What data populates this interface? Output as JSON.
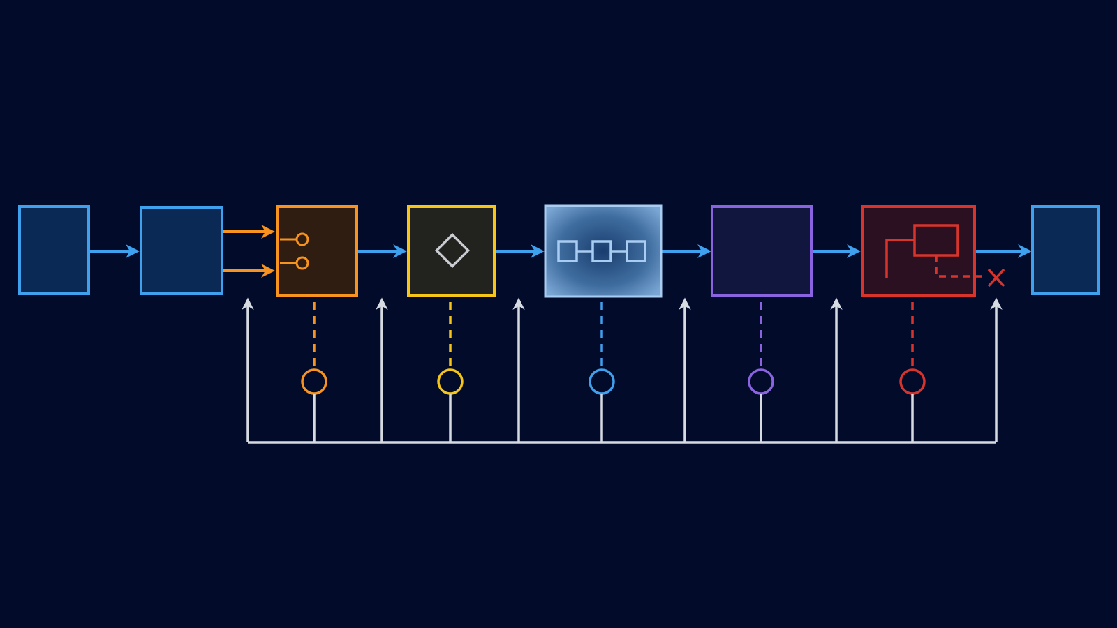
{
  "colors": {
    "background": "#020b2a",
    "blue": "#3fa0ee",
    "blue_fill": "#0a2a55",
    "orange": "#f7931e",
    "orange_fill": "#2e1d10",
    "yellow": "#f5c518",
    "yellow_fill": "#22221e",
    "light_blue": "#a9cdf2",
    "light_blue_fill": "#5b86b5",
    "purple": "#8a63e0",
    "purple_fill": "#10163d",
    "red": "#d9342c",
    "red_fill": "#2a1020",
    "bus": "#d6dbe2",
    "diamond": "#c9ccd2"
  },
  "stages": [
    {
      "id": "input-block-1",
      "color": "blue",
      "icon": "none"
    },
    {
      "id": "input-block-2",
      "color": "blue",
      "icon": "none"
    },
    {
      "id": "split-block",
      "color": "orange",
      "icon": "fork-icon"
    },
    {
      "id": "decision-block",
      "color": "yellow",
      "icon": "diamond-icon"
    },
    {
      "id": "chain-block",
      "color": "light_blue",
      "icon": "chain-icon"
    },
    {
      "id": "empty-block",
      "color": "purple",
      "icon": "none"
    },
    {
      "id": "fault-block",
      "color": "red",
      "icon": "branch-fault-icon"
    },
    {
      "id": "output-block",
      "color": "blue",
      "icon": "none"
    }
  ],
  "taps": [
    {
      "id": "orange-tap",
      "color": "orange"
    },
    {
      "id": "yellow-tap",
      "color": "yellow"
    },
    {
      "id": "blue-tap",
      "color": "blue"
    },
    {
      "id": "purple-tap",
      "color": "purple"
    },
    {
      "id": "red-tap",
      "color": "red"
    }
  ],
  "feedback_arrows": 6
}
